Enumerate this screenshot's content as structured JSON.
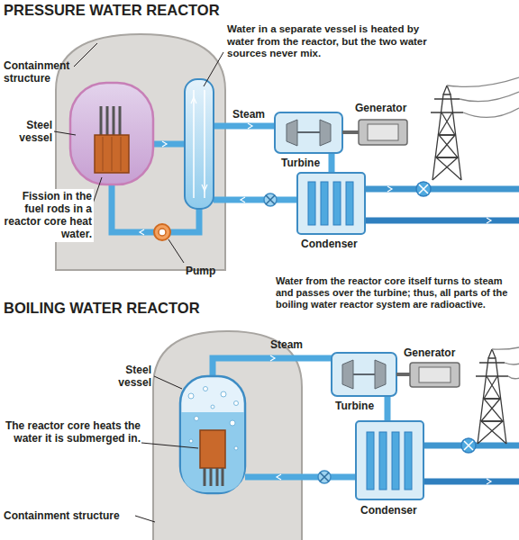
{
  "diagram": {
    "labels": [
      "PRESSURE WATER REACTOR",
      "Water in a separate vessel is heated by water from the reactor, but the two water sources never mix.",
      "Containment structure",
      "Steel vessel",
      "Fission in the fuel rods in a reactor core heat water.",
      "Steam",
      "Generator",
      "Turbine",
      "Condenser",
      "Pump",
      "BOILING WATER REACTOR",
      "Water from the reactor core itself turns to steam and passes over the turbine; thus, all parts of the boiling water reactor system are radioactive.",
      "Steel vessel",
      "The reactor core heats the water it is submerged in.",
      "Containment structure",
      "Steam",
      "Generator",
      "Turbine",
      "Condenser"
    ]
  }
}
